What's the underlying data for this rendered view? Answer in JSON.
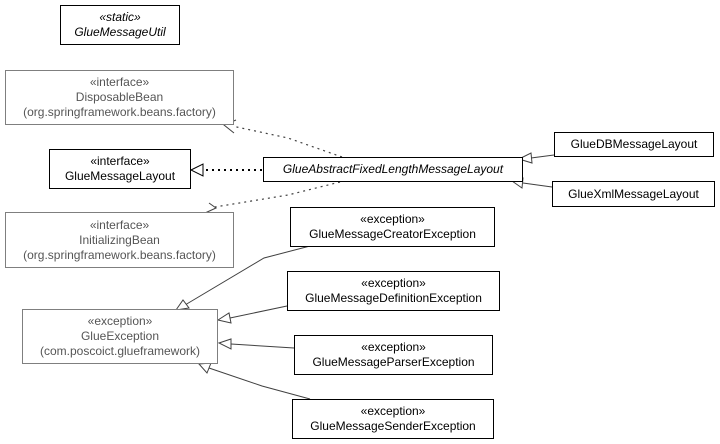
{
  "diagram": {
    "nodes": {
      "glue_message_util": {
        "stereotype": "«static»",
        "name": "GlueMessageUtil"
      },
      "disposable_bean": {
        "stereotype": "«interface»",
        "name": "DisposableBean",
        "package": "(org.springframework.beans.factory)"
      },
      "glue_message_layout": {
        "stereotype": "«interface»",
        "name": "GlueMessageLayout"
      },
      "initializing_bean": {
        "stereotype": "«interface»",
        "name": "InitializingBean",
        "package": "(org.springframework.beans.factory)"
      },
      "glue_abstract_layout": {
        "name": "GlueAbstractFixedLengthMessageLayout"
      },
      "glue_db_layout": {
        "name": "GlueDBMessageLayout"
      },
      "glue_xml_layout": {
        "name": "GlueXmlMessageLayout"
      },
      "glue_exception": {
        "stereotype": "«exception»",
        "name": "GlueException",
        "package": "(com.poscoict.glueframework)"
      },
      "creator_exception": {
        "stereotype": "«exception»",
        "name": "GlueMessageCreatorException"
      },
      "definition_exception": {
        "stereotype": "«exception»",
        "name": "GlueMessageDefinitionException"
      },
      "parser_exception": {
        "stereotype": "«exception»",
        "name": "GlueMessageParserException"
      },
      "sender_exception": {
        "stereotype": "«exception»",
        "name": "GlueMessageSenderException"
      }
    },
    "colors": {
      "line": "#000000",
      "external_border": "#7f7f7f",
      "external_text": "#555555",
      "edge": "#404040"
    }
  }
}
